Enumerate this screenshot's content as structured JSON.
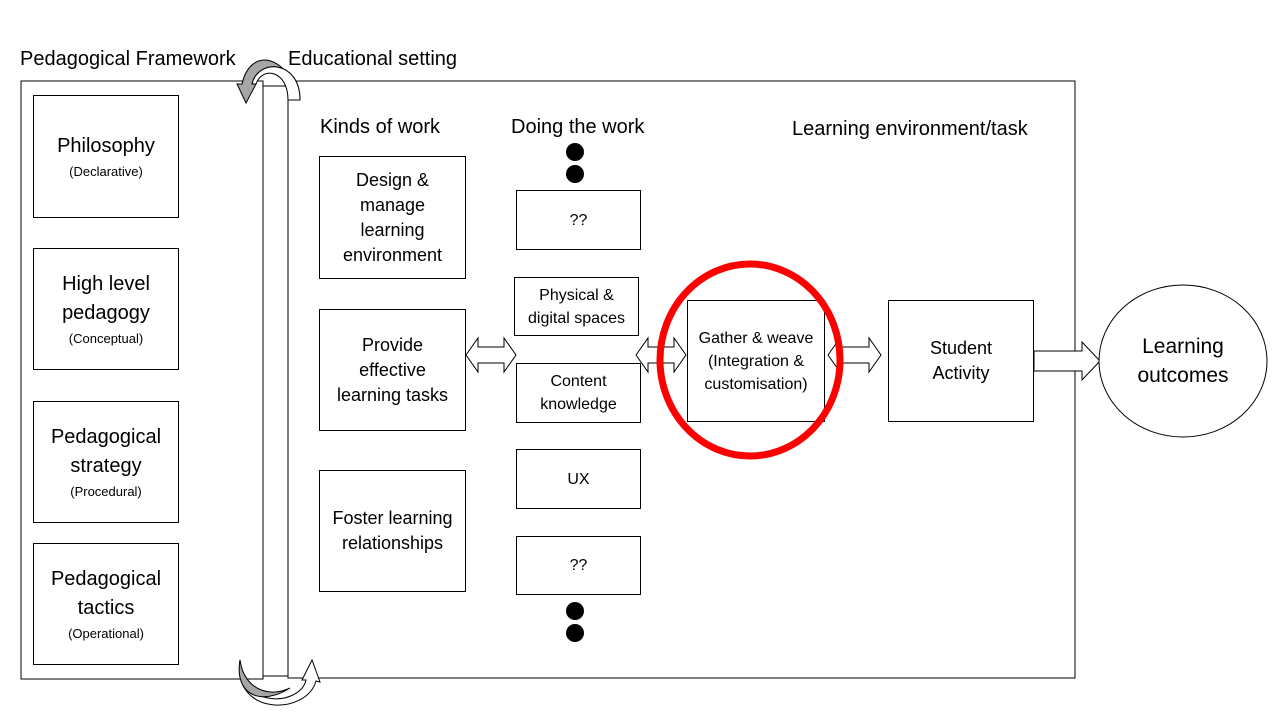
{
  "headings": {
    "pedagogical_framework": "Pedagogical Framework",
    "educational_setting": "Educational setting",
    "kinds_of_work": "Kinds of work",
    "doing_the_work": "Doing the work",
    "learning_environment": "Learning environment/task"
  },
  "framework_layers": [
    {
      "title": "Philosophy",
      "subtitle": "(Declarative)"
    },
    {
      "title": "High level pedagogy",
      "subtitle": "(Conceptual)"
    },
    {
      "title": "Pedagogical strategy",
      "subtitle": "(Procedural)"
    },
    {
      "title": "Pedagogical tactics",
      "subtitle": "(Operational)"
    }
  ],
  "kinds_of_work": [
    "Design & manage learning environment",
    "Provide effective learning tasks",
    "Foster learning relationships"
  ],
  "doing_the_work": [
    "??",
    "Physical & digital spaces",
    "Content knowledge",
    "UX",
    "??"
  ],
  "gather_weave": "Gather & weave (Integration & customisation)",
  "student_activity": "Student Activity",
  "learning_outcomes": "Learning outcomes",
  "colors": {
    "highlight_circle": "#ff0000",
    "arrow_fill": "#ffffff",
    "curl_arrow_fill": "#a6a6a6"
  }
}
